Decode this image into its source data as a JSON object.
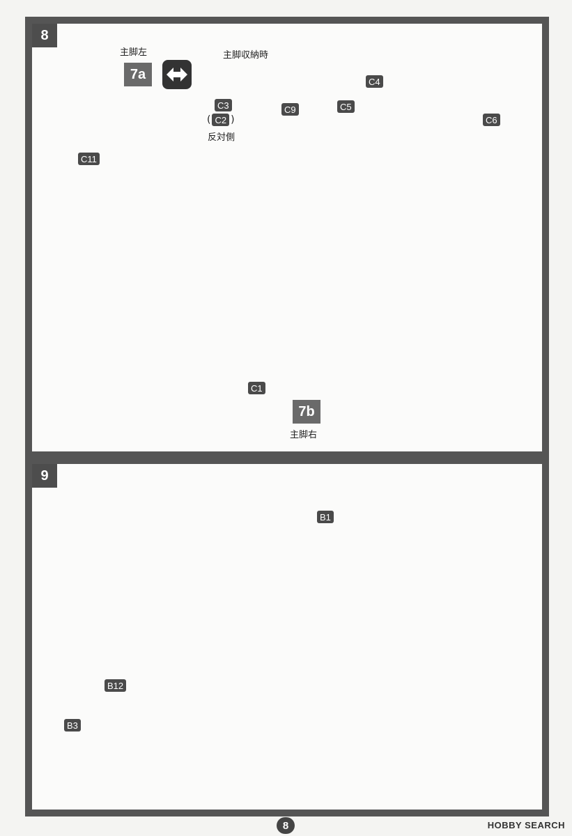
{
  "steps": [
    {
      "number": "8"
    },
    {
      "number": "9"
    }
  ],
  "step8": {
    "left_gear_label": "主脚左",
    "left_gear_tag": "7a",
    "retracted_label": "主脚収納時",
    "c3": "C3",
    "c2": "C2",
    "opposite_side": "反対側",
    "c9": "C9",
    "c5": "C5",
    "c4": "C4",
    "c6": "C6",
    "c11": "C11",
    "c1": "C1",
    "right_gear_tag": "7b",
    "right_gear_label": "主脚右"
  },
  "step9": {
    "b1": "B1",
    "b12": "B12",
    "b3": "B3"
  },
  "page_number": "8",
  "watermark": "HOBBY SEARCH",
  "icons": [
    "left-right-swap-icon"
  ]
}
